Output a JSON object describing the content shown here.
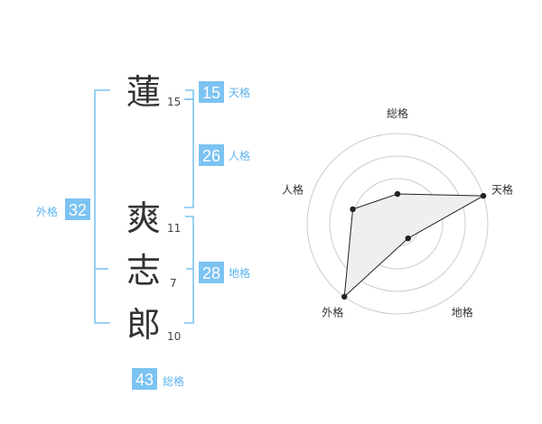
{
  "name": {
    "characters": [
      {
        "kanji": "蓮",
        "strokes": "15"
      },
      {
        "kanji": "爽",
        "strokes": "11"
      },
      {
        "kanji": "志",
        "strokes": "7"
      },
      {
        "kanji": "郎",
        "strokes": "10"
      }
    ]
  },
  "scores": {
    "tenkaku": {
      "value": "15",
      "label": "天格"
    },
    "jinkaku": {
      "value": "26",
      "label": "人格"
    },
    "chikaku": {
      "value": "28",
      "label": "地格"
    },
    "gaikaku": {
      "value": "32",
      "label": "外格"
    },
    "soukaku": {
      "value": "43",
      "label": "総格"
    }
  },
  "chart_data": {
    "type": "radar",
    "axes": [
      "総格",
      "天格",
      "地格",
      "外格",
      "人格"
    ],
    "values": [
      0.33,
      1.0,
      0.2,
      1.0,
      0.52
    ],
    "range": [
      0,
      1
    ],
    "rings": 4,
    "colors": {
      "fill": "#efefef",
      "stroke": "#222222",
      "point": "#222222",
      "grid": "#cccccc",
      "center": "#bbbbbb"
    }
  }
}
